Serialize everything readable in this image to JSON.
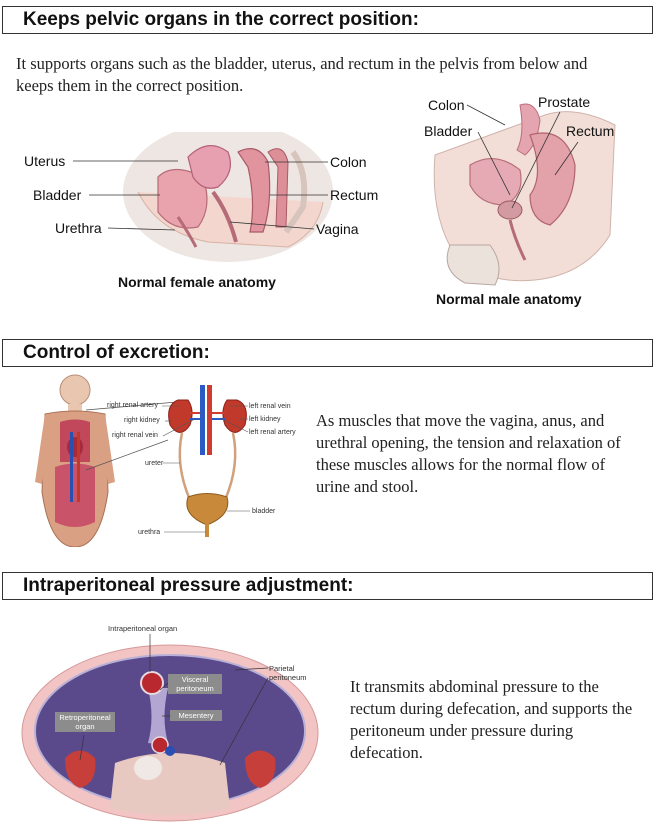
{
  "sections": [
    {
      "title": "Keeps pelvic organs in the correct position:",
      "text": "It supports organs such as the bladder, uterus, and rectum in the pelvis from below and keeps them in the correct position."
    },
    {
      "title": "Control of excretion:",
      "text": "As muscles that move the vagina, anus, and urethral opening, the tension and relaxation of these muscles allows for the normal flow of urine and stool."
    },
    {
      "title": "Intraperitoneal pressure adjustment:",
      "text": "It transmits abdominal pressure to the rectum during defecation, and supports the peritoneum under pressure during defecation."
    }
  ],
  "female_figure": {
    "labels": {
      "uterus": "Uterus",
      "bladder": "Bladder",
      "urethra": "Urethra",
      "colon": "Colon",
      "rectum": "Rectum",
      "vagina": "Vagina"
    },
    "caption": "Normal female anatomy"
  },
  "male_figure": {
    "labels": {
      "colon": "Colon",
      "bladder": "Bladder",
      "prostate": "Prostate",
      "rectum": "Rectum"
    },
    "caption": "Normal male anatomy"
  },
  "urinary_figure": {
    "labels": {
      "right_renal_artery": "right renal artery",
      "right_kidney": "right kidney",
      "right_renal_vein": "right renal vein",
      "left_renal_vein": "left renal vein",
      "left_kidney": "left kidney",
      "left_renal_artery": "left renal artery",
      "ureter": "ureter",
      "bladder": "bladder",
      "urethra": "urethra"
    }
  },
  "peritoneum_figure": {
    "labels": {
      "intraperitoneal_organ": "Intraperitoneal organ",
      "parietal_peritoneum": "Parietal peritoneum",
      "visceral_peritoneum": "Visceral peritoneum",
      "mesentery": "Mesentery",
      "retroperitoneal_organ": "Retroperitoneal organ"
    }
  }
}
